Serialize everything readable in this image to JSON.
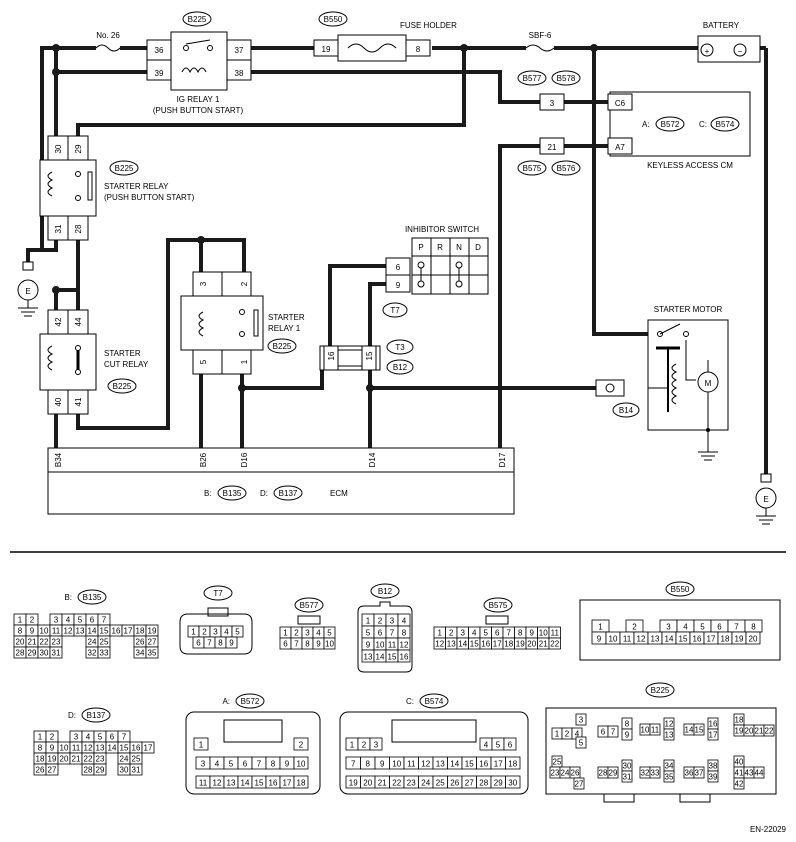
{
  "components": {
    "battery": "BATTERY",
    "battery_plus": "+",
    "battery_minus": "−",
    "fuse_holder": "FUSE HOLDER",
    "fuse_no26": "No. 26",
    "sbf6": "SBF-6",
    "ig_relay": [
      "IG RELAY 1",
      "(PUSH BUTTON START)"
    ],
    "starter_relay": [
      "STARTER RELAY",
      "(PUSH BUTTON START)"
    ],
    "starter_relay1": [
      "STARTER",
      "RELAY 1"
    ],
    "starter_cut_relay": [
      "STARTER",
      "CUT RELAY"
    ],
    "inhibitor_switch": "INHIBITOR SWITCH",
    "inhibitor_positions": [
      "P",
      "R",
      "N",
      "D"
    ],
    "keyless_access_cm": "KEYLESS ACCESS CM",
    "keyless_a": "A:",
    "keyless_c": "C:",
    "starter_motor": "STARTER MOTOR",
    "motor_symbol": "M",
    "ecm": "ECM",
    "ecm_b": "B:",
    "ecm_d": "D:",
    "ground": "E"
  },
  "connectors": {
    "B225": "B225",
    "B550": "B550",
    "B577": "B577",
    "B578": "B578",
    "B575": "B575",
    "B576": "B576",
    "B572": "B572",
    "B574": "B574",
    "T7": "T7",
    "T3": "T3",
    "B12": "B12",
    "B14": "B14",
    "B135": "B135",
    "B137": "B137"
  },
  "pins": {
    "ig_relay": [
      "36",
      "39",
      "37",
      "38"
    ],
    "fuse_holder": [
      "19",
      "8"
    ],
    "starter_relay": [
      "30",
      "29",
      "31",
      "28"
    ],
    "starter_relay1": [
      "3",
      "2",
      "5",
      "1"
    ],
    "starter_cut_relay": [
      "42",
      "44",
      "40",
      "41"
    ],
    "inhibitor": [
      "6",
      "9"
    ],
    "t3": [
      "16",
      "15"
    ],
    "b577": "3",
    "b575": "21",
    "keyless": [
      "C6",
      "A7"
    ],
    "ecm": [
      "B34",
      "B26",
      "D16",
      "D14",
      "D17"
    ]
  },
  "legend": {
    "b135": {
      "label": "B:",
      "rows": [
        [
          "1",
          "2",
          "",
          "3",
          "4",
          "5",
          "6",
          "7"
        ],
        [
          "8",
          "9",
          "10",
          "11",
          "12",
          "13",
          "14",
          "15",
          "16",
          "17",
          "18",
          "19"
        ],
        [
          "20",
          "21",
          "22",
          "23",
          "",
          "",
          "24",
          "25",
          "",
          "",
          "26",
          "27"
        ],
        [
          "28",
          "29",
          "30",
          "31",
          "",
          "",
          "32",
          "33",
          "",
          "",
          "34",
          "35"
        ]
      ]
    },
    "t7": {
      "rows": [
        [
          "1",
          "2",
          "3",
          "4",
          "5"
        ],
        [
          "6",
          "7",
          "8",
          "9"
        ]
      ]
    },
    "b577": {
      "rows": [
        [
          "1",
          "2",
          "3",
          "4",
          "5"
        ],
        [
          "6",
          "7",
          "8",
          "9",
          "10"
        ]
      ]
    },
    "b12": {
      "rows": [
        [
          "1",
          "2",
          "3",
          "4"
        ],
        [
          "5",
          "6",
          "7",
          "8"
        ],
        [
          "9",
          "10",
          "11",
          "12"
        ],
        [
          "13",
          "14",
          "15",
          "16"
        ]
      ]
    },
    "b575": {
      "rows": [
        [
          "1",
          "2",
          "3",
          "4",
          "5",
          "6",
          "7",
          "8",
          "9",
          "10",
          "11"
        ],
        [
          "12",
          "13",
          "14",
          "15",
          "16",
          "17",
          "18",
          "19",
          "20",
          "21",
          "22"
        ]
      ]
    },
    "b550": {
      "rows": [
        [
          "1",
          "2",
          "3",
          "4",
          "5",
          "6",
          "7",
          "8"
        ],
        [
          "9",
          "10",
          "11",
          "12",
          "13",
          "14",
          "15",
          "16",
          "17",
          "18",
          "19",
          "20"
        ]
      ]
    },
    "b137": {
      "label": "D:",
      "rows": [
        [
          "1",
          "2",
          "",
          "3",
          "4",
          "5",
          "6",
          "7"
        ],
        [
          "8",
          "9",
          "10",
          "11",
          "12",
          "13",
          "14",
          "15",
          "16",
          "17"
        ],
        [
          "18",
          "19",
          "20",
          "21",
          "22",
          "23",
          "",
          "24",
          "25"
        ],
        [
          "26",
          "27",
          "",
          "",
          "28",
          "29",
          "",
          "30",
          "31"
        ]
      ]
    },
    "b572": {
      "label": "A:",
      "rows": [
        [
          "1",
          "2"
        ],
        [
          "3",
          "4",
          "5",
          "6",
          "7",
          "8",
          "9",
          "10"
        ],
        [
          "11",
          "12",
          "13",
          "14",
          "15",
          "16",
          "17",
          "18"
        ]
      ]
    },
    "b574": {
      "label": "C:",
      "rows": [
        [
          "1",
          "2",
          "3",
          "4",
          "5",
          "6"
        ],
        [
          "7",
          "8",
          "9",
          "10",
          "11",
          "12",
          "13",
          "14",
          "15",
          "16",
          "17",
          "18"
        ],
        [
          "19",
          "20",
          "21",
          "22",
          "23",
          "24",
          "25",
          "26",
          "27",
          "28",
          "29",
          "30"
        ]
      ]
    },
    "b225": {
      "cells": [
        "1",
        "2",
        "3",
        "4",
        "5",
        "6",
        "7",
        "8",
        "9",
        "10",
        "11",
        "12",
        "13",
        "14",
        "15",
        "16",
        "17",
        "18",
        "19",
        "20",
        "21",
        "22",
        "23",
        "24",
        "25",
        "26",
        "27",
        "28",
        "29",
        "30",
        "31",
        "32",
        "33",
        "34",
        "35",
        "36",
        "37",
        "38",
        "39",
        "40",
        "41",
        "42",
        "43",
        "44"
      ]
    }
  },
  "footer_code": "EN-22029"
}
